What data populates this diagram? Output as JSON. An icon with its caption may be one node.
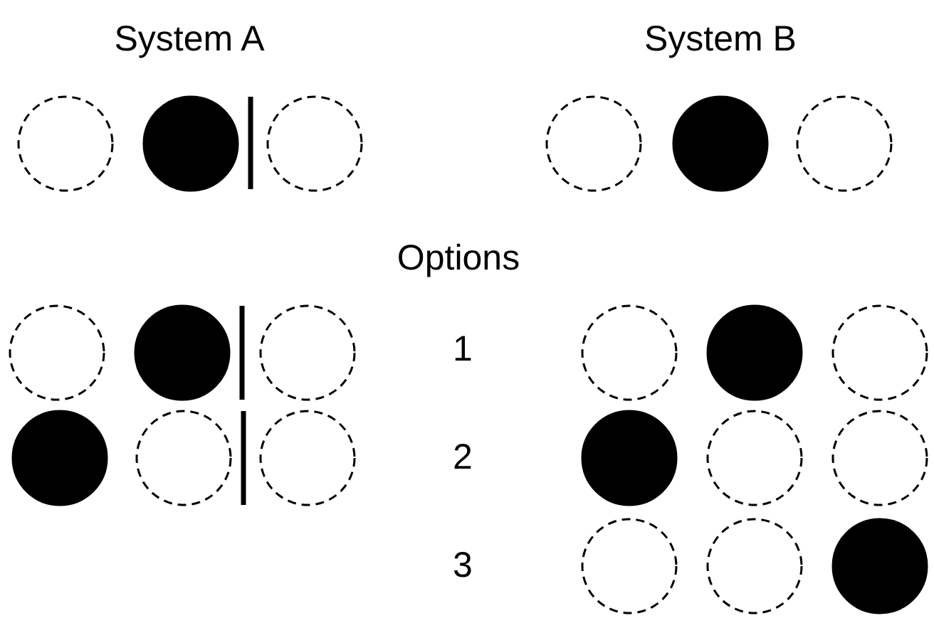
{
  "diagram": {
    "nodes": [
      {
        "text": [],
        "shape": "circle"
      },
      {
        "text": [],
        "shape": "disc"
      },
      {
        "text": [],
        "shape": "circle"
      },
      {
        "text": [],
        "shape": "circle"
      },
      {
        "text": [],
        "shape": "disc"
      },
      {
        "text": [],
        "shape": "circle"
      },
      {
        "text": [],
        "shape": "circle"
      },
      {
        "text": [],
        "shape": "disc"
      },
      {
        "text": [],
        "shape": "circle"
      },
      {
        "text": [],
        "shape": "circle"
      },
      {
        "text": [],
        "shape": "disc"
      },
      {
        "text": [],
        "shape": "circle"
      },
      {
        "text": [],
        "shape": "disc"
      },
      {
        "text": [],
        "shape": "circle"
      },
      {
        "text": [],
        "shape": "circle"
      },
      {
        "text": [],
        "shape": "disc"
      },
      {
        "text": [],
        "shape": "circle"
      },
      {
        "text": [],
        "shape": "circle"
      },
      {
        "text": [],
        "shape": "circle"
      },
      {
        "text": [],
        "shape": "circle"
      },
      {
        "text": [],
        "shape": "disc"
      }
    ],
    "edges": [],
    "labels": [
      "System A",
      "System B",
      "Options",
      "1",
      "2",
      "3"
    ]
  }
}
